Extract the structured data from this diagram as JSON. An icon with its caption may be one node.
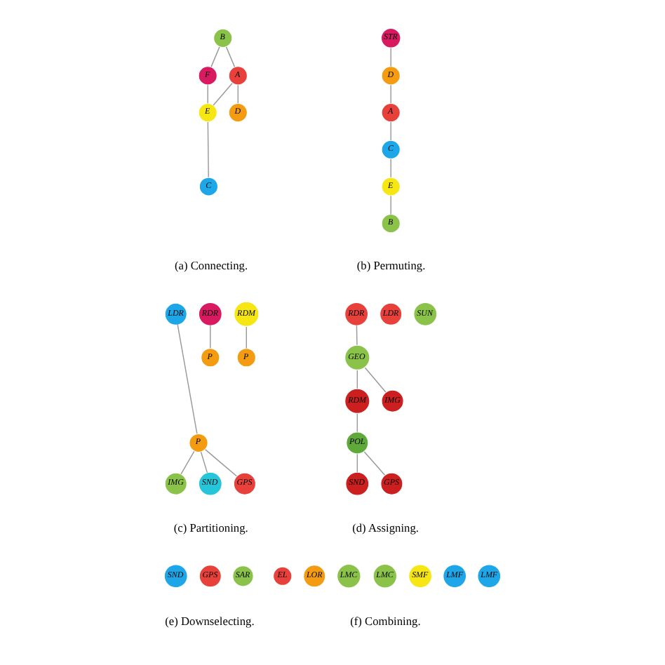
{
  "diagram": {
    "nodes": [
      {
        "text": [
          "B"
        ]
      },
      {
        "text": [
          "D"
        ]
      },
      {
        "text": [
          "F"
        ]
      },
      {
        "text": [
          "A"
        ]
      },
      {
        "text": [
          "E"
        ]
      },
      {
        "text": [
          "C"
        ]
      },
      {
        "text": [
          "STR"
        ]
      },
      {
        "text": [
          "D"
        ]
      },
      {
        "text": [
          "A"
        ]
      },
      {
        "text": [
          "C"
        ]
      },
      {
        "text": [
          "E"
        ]
      },
      {
        "text": [
          "B"
        ]
      },
      {
        "text": [
          "LDR"
        ]
      },
      {
        "text": [
          "RDR"
        ]
      },
      {
        "text": [
          "RDM"
        ]
      },
      {
        "text": [
          "P"
        ]
      },
      {
        "text": [
          "P"
        ]
      },
      {
        "text": [
          "P"
        ]
      },
      {
        "text": [
          "IMG"
        ]
      },
      {
        "text": [
          "SND"
        ]
      },
      {
        "text": [
          "GPS"
        ]
      },
      {
        "text": [
          "RDR"
        ]
      },
      {
        "text": [
          "LDR"
        ]
      },
      {
        "text": [
          "SUN"
        ]
      },
      {
        "text": [
          "GEO"
        ]
      },
      {
        "text": [
          "RDM"
        ]
      },
      {
        "text": [
          "IMG"
        ]
      },
      {
        "text": [
          "POL"
        ]
      },
      {
        "text": [
          "SND"
        ]
      },
      {
        "text": [
          "GPS"
        ]
      },
      {
        "text": [
          "SND"
        ]
      },
      {
        "text": [
          "GPS"
        ]
      },
      {
        "text": [
          "SAR"
        ]
      },
      {
        "text": [
          "EL"
        ]
      },
      {
        "text": [
          "LOR"
        ]
      },
      {
        "text": [
          "LMC"
        ]
      },
      {
        "text": [
          "LMC"
        ]
      },
      {
        "text": [
          "SMF"
        ]
      },
      {
        "text": [
          "LMF"
        ]
      },
      {
        "text": [
          "LMF"
        ]
      }
    ],
    "edges": [
      {
        "from": 0,
        "to": 2,
        "arrow": "none"
      },
      {
        "from": 0,
        "to": 3,
        "arrow": "none"
      },
      {
        "from": 3,
        "to": 1,
        "arrow": "none"
      },
      {
        "from": 2,
        "to": 4,
        "arrow": "none"
      },
      {
        "from": 3,
        "to": 4,
        "arrow": "none"
      },
      {
        "from": 4,
        "to": 5,
        "arrow": "none"
      },
      {
        "from": 6,
        "to": 7,
        "arrow": "none"
      },
      {
        "from": 7,
        "to": 8,
        "arrow": "none"
      },
      {
        "from": 8,
        "to": 9,
        "arrow": "none"
      },
      {
        "from": 9,
        "to": 10,
        "arrow": "none"
      },
      {
        "from": 10,
        "to": 11,
        "arrow": "none"
      },
      {
        "from": 12,
        "to": 15,
        "arrow": "none"
      },
      {
        "from": 13,
        "to": 16,
        "arrow": "none"
      },
      {
        "from": 14,
        "to": 17,
        "arrow": "none"
      },
      {
        "from": 15,
        "to": 18,
        "arrow": "none"
      },
      {
        "from": 15,
        "to": 19,
        "arrow": "none"
      },
      {
        "from": 15,
        "to": 20,
        "arrow": "none"
      },
      {
        "from": 21,
        "to": 24,
        "arrow": "none"
      },
      {
        "from": 24,
        "to": 25,
        "arrow": "none"
      },
      {
        "from": 24,
        "to": 26,
        "arrow": "none"
      },
      {
        "from": 25,
        "to": 27,
        "arrow": "none"
      },
      {
        "from": 27,
        "to": 28,
        "arrow": "none"
      },
      {
        "from": 27,
        "to": 29,
        "arrow": "none"
      }
    ],
    "labels": [
      "(a) Connecting.",
      "(b) Permuting.",
      "(c) Partitioning.",
      "(d) Assigning.",
      "(e) Downselecting.",
      "(f) Combining."
    ]
  }
}
